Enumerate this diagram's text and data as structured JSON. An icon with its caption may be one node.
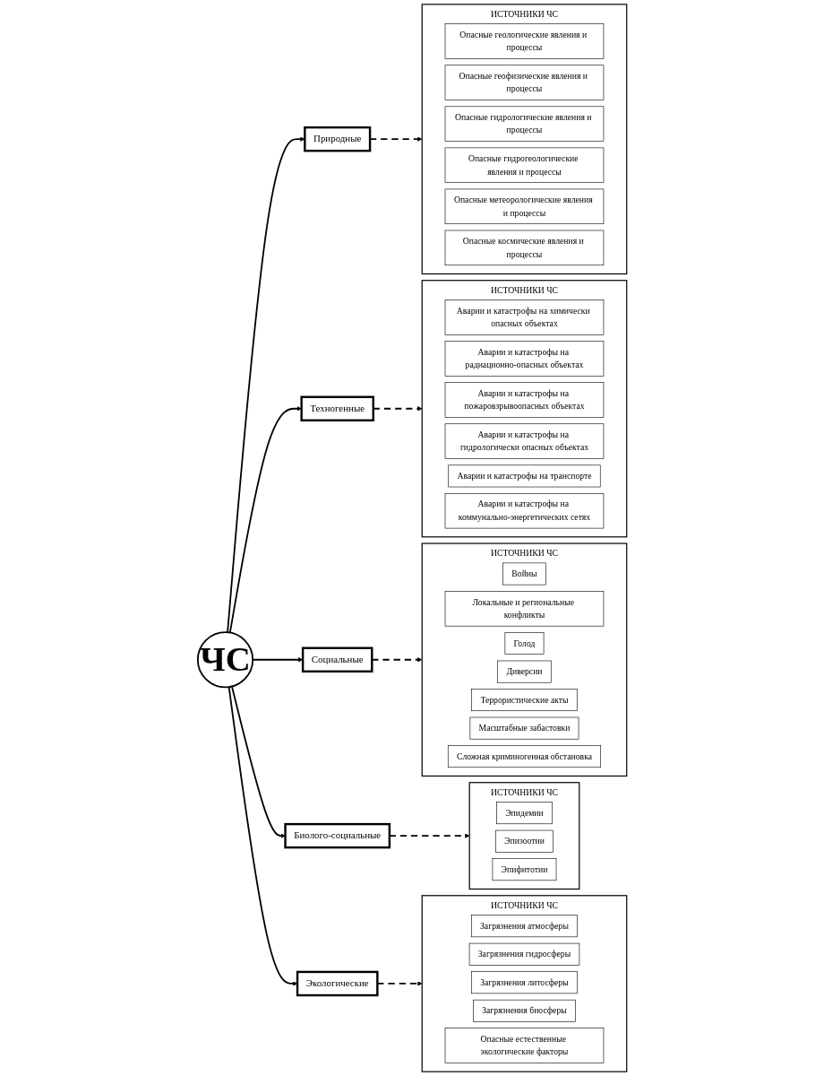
{
  "diagram": {
    "nodes": [
      {
        "text": [
          "ИСТОЧНИКИ ЧС"
        ]
      },
      {
        "text": [
          "Опасные геологические явления и процессы"
        ],
        "in": 0
      },
      {
        "text": [
          "Опасные геофизические явления и процессы"
        ],
        "in": 0
      },
      {
        "text": [
          "Опасные гидрологические явления и процессы"
        ],
        "in": 0
      },
      {
        "text": [
          "Опасные гидрогеологические явления и процессы"
        ],
        "in": 0
      },
      {
        "text": [
          "Опасные метеорологические явления и процессы"
        ],
        "in": 0
      },
      {
        "text": [
          "Опасные космические явления и процессы"
        ],
        "in": 0
      },
      {
        "text": [
          "ИСТОЧНИКИ ЧС"
        ]
      },
      {
        "text": [
          "Аварии и катастрофы на химически опасных объектах"
        ],
        "in": 7
      },
      {
        "text": [
          "Аварии и катастрофы на радиационно-опасных объектах"
        ],
        "in": 7
      },
      {
        "text": [
          "Аварии и катастрофы на пожаровзрывоопасных объектах"
        ],
        "in": 7
      },
      {
        "text": [
          "Аварии и катастрофы на гидрологически опасных объектах"
        ],
        "in": 7
      },
      {
        "text": [
          "Аварии и катастрофы на транспорте"
        ],
        "in": 7
      },
      {
        "text": [
          "Аварии и катастрофы на коммунально-энергетических сетях"
        ],
        "in": 7
      },
      {
        "text": [
          "Природные"
        ]
      },
      {
        "text": [
          "ЧС"
        ]
      },
      {
        "text": [
          "Техногенные"
        ]
      },
      {
        "text": [
          "Социальные"
        ]
      },
      {
        "text": [
          "Экологические"
        ]
      },
      {
        "text": [
          "Биолого-социальные"
        ]
      },
      {
        "text": [
          "ИСТОЧНИКИ ЧС"
        ]
      },
      {
        "text": [
          "Войны"
        ],
        "in": 20
      },
      {
        "text": [
          "Локальные и региональные конфликты"
        ],
        "in": 20
      },
      {
        "text": [
          "Голод"
        ],
        "in": 20
      },
      {
        "text": [
          "Диверсии"
        ],
        "in": 20
      },
      {
        "text": [
          "Террористические акты"
        ],
        "in": 20
      },
      {
        "text": [
          "Масштабные забастовки"
        ],
        "in": 20
      },
      {
        "text": [
          "Сложная криминогенная обстановка"
        ],
        "in": 20
      },
      {
        "text": [
          "ИСТОЧНИКИ ЧС"
        ]
      },
      {
        "text": [
          "Загрязнения атмосферы"
        ],
        "in": 28
      },
      {
        "text": [
          "Загрязнения гидросферы"
        ],
        "in": 28
      },
      {
        "text": [
          "Загрязнения литосферы"
        ],
        "in": 28
      },
      {
        "text": [
          "Загрязнения биосферы"
        ],
        "in": 28
      },
      {
        "text": [
          "Опасные естественные экологические факторы"
        ],
        "in": 28
      },
      {
        "text": [
          "ИСТОЧНИКИ ЧС"
        ]
      },
      {
        "text": [
          "Эпидемии"
        ],
        "in": 34
      },
      {
        "text": [
          "Эпизоотии"
        ],
        "in": 34
      },
      {
        "text": [
          "Эпифитотии"
        ],
        "in": 34
      }
    ],
    "edges": [
      {
        "from": 15,
        "to": 14,
        "arrow": "to"
      },
      {
        "from": 15,
        "to": 16,
        "arrow": "to"
      },
      {
        "from": 15,
        "to": 17,
        "arrow": "to"
      },
      {
        "from": 15,
        "to": 19,
        "arrow": "to"
      },
      {
        "from": 15,
        "to": 18,
        "arrow": "to"
      },
      {
        "from": 14,
        "to": 0,
        "arrow": "to",
        "style": "dashed"
      },
      {
        "from": 16,
        "to": 7,
        "arrow": "to",
        "style": "dashed"
      },
      {
        "from": 17,
        "to": 20,
        "arrow": "to",
        "style": "dashed"
      },
      {
        "from": 19,
        "to": 34,
        "arrow": "to",
        "style": "dashed"
      },
      {
        "from": 18,
        "to": 28,
        "arrow": "to",
        "style": "dashed"
      }
    ]
  }
}
